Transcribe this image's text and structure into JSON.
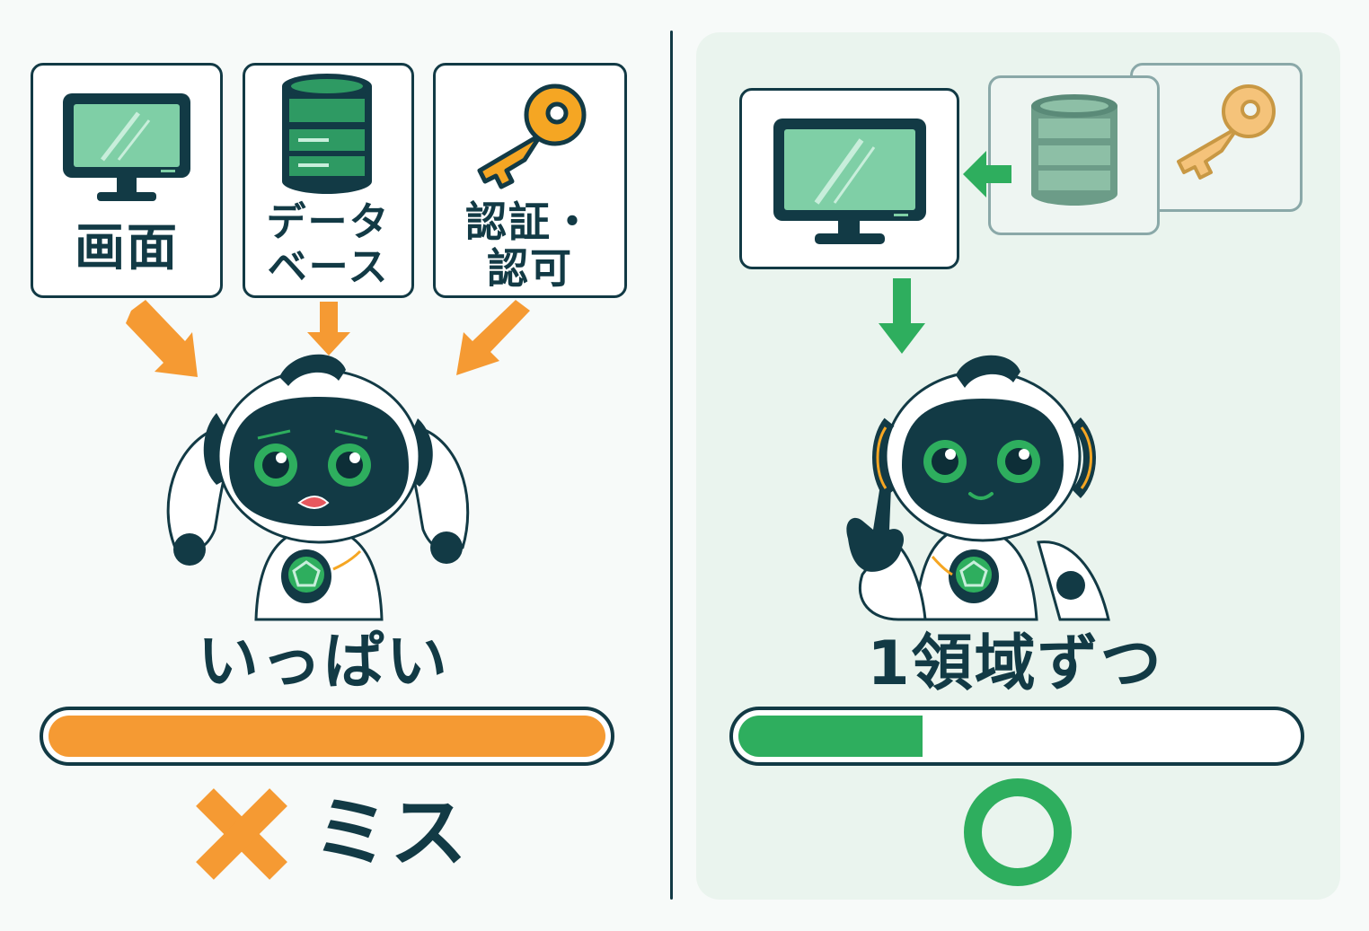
{
  "left": {
    "cards": [
      {
        "label": "画面",
        "icon": "monitor-icon"
      },
      {
        "label_line1": "データ",
        "label_line2": "ベース",
        "icon": "database-icon"
      },
      {
        "label_line1": "認証・",
        "label_line2": "認可",
        "icon": "key-icon"
      }
    ],
    "caption": "いっぱい",
    "progress": 1.0,
    "progress_color": "#f59a33",
    "result_symbol": "cross-icon",
    "result_text": "ミス"
  },
  "right": {
    "caption": "1領域ずつ",
    "progress": 0.33,
    "progress_color": "#2eae5e",
    "result_symbol": "circle-icon"
  },
  "colors": {
    "navy": "#123a45",
    "orange": "#f59a33",
    "green": "#2eae5e",
    "screen": "#7fcfa6"
  }
}
